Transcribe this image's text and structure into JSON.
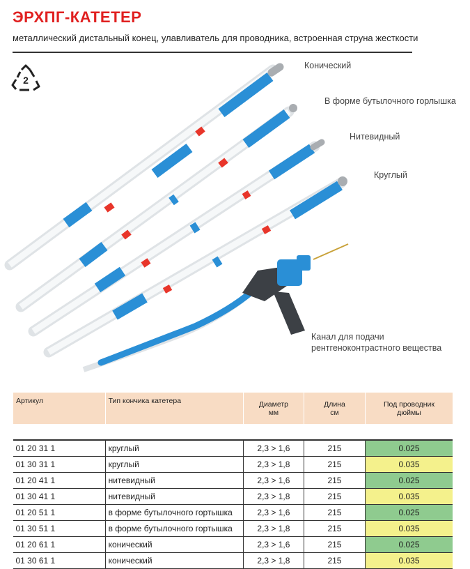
{
  "header": {
    "title": "ЭРХПГ-КАТЕТЕР",
    "subtitle": "металлический дистальный конец, улавливатель для проводника, встроенная струна жесткости"
  },
  "recycle_icon": {
    "number": "2"
  },
  "illustration": {
    "labels": {
      "conical": "Конический",
      "bottleneck": "В форме бутылочного горлышка",
      "filiform": "Нитевидный",
      "round": "Круглый",
      "channel_line1": "Канал для подачи",
      "channel_line2": "рентгеноконтрастного вещества"
    }
  },
  "table": {
    "headers": {
      "article": "Артикул",
      "tip_type": "Тип кончика катетера",
      "diameter": "Диаметр",
      "diameter_unit": "мм",
      "length": "Длина",
      "length_unit": "см",
      "guidewire": "Под проводник",
      "guidewire_unit": "дюймы"
    },
    "rows": [
      {
        "article": "01 20 31 1",
        "tip": "круглый",
        "diameter": "2,3 > 1,6",
        "length": "215",
        "wire": "0.025",
        "wire_color": "green"
      },
      {
        "article": "01 30 31 1",
        "tip": "круглый",
        "diameter": "2,3 > 1,8",
        "length": "215",
        "wire": "0.035",
        "wire_color": "yellow"
      },
      {
        "article": "01 20 41 1",
        "tip": "нитевидный",
        "diameter": "2,3 > 1,6",
        "length": "215",
        "wire": "0.025",
        "wire_color": "green"
      },
      {
        "article": "01 30 41 1",
        "tip": "нитевидный",
        "diameter": "2,3 > 1,8",
        "length": "215",
        "wire": "0.035",
        "wire_color": "yellow"
      },
      {
        "article": "01 20 51 1",
        "tip": "в форме бутылочного гортышка",
        "diameter": "2,3 > 1,6",
        "length": "215",
        "wire": "0.025",
        "wire_color": "green"
      },
      {
        "article": "01 30 51 1",
        "tip": "в форме бутылочного гортышка",
        "diameter": "2,3 > 1,8",
        "length": "215",
        "wire": "0.035",
        "wire_color": "yellow"
      },
      {
        "article": "01 20 61 1",
        "tip": "конический",
        "diameter": "2,3 > 1,6",
        "length": "215",
        "wire": "0.025",
        "wire_color": "green"
      },
      {
        "article": "01 30 61 1",
        "tip": "конический",
        "diameter": "2,3 > 1,8",
        "length": "215",
        "wire": "0.035",
        "wire_color": "yellow"
      }
    ]
  },
  "colors": {
    "title_red": "#e02020",
    "catheter_blue": "#2a8fd6",
    "marker_red": "#e8352a",
    "header_bg": "#f8dcc4",
    "wire_green": "#8fcb8f",
    "wire_yellow": "#f4f18c"
  }
}
